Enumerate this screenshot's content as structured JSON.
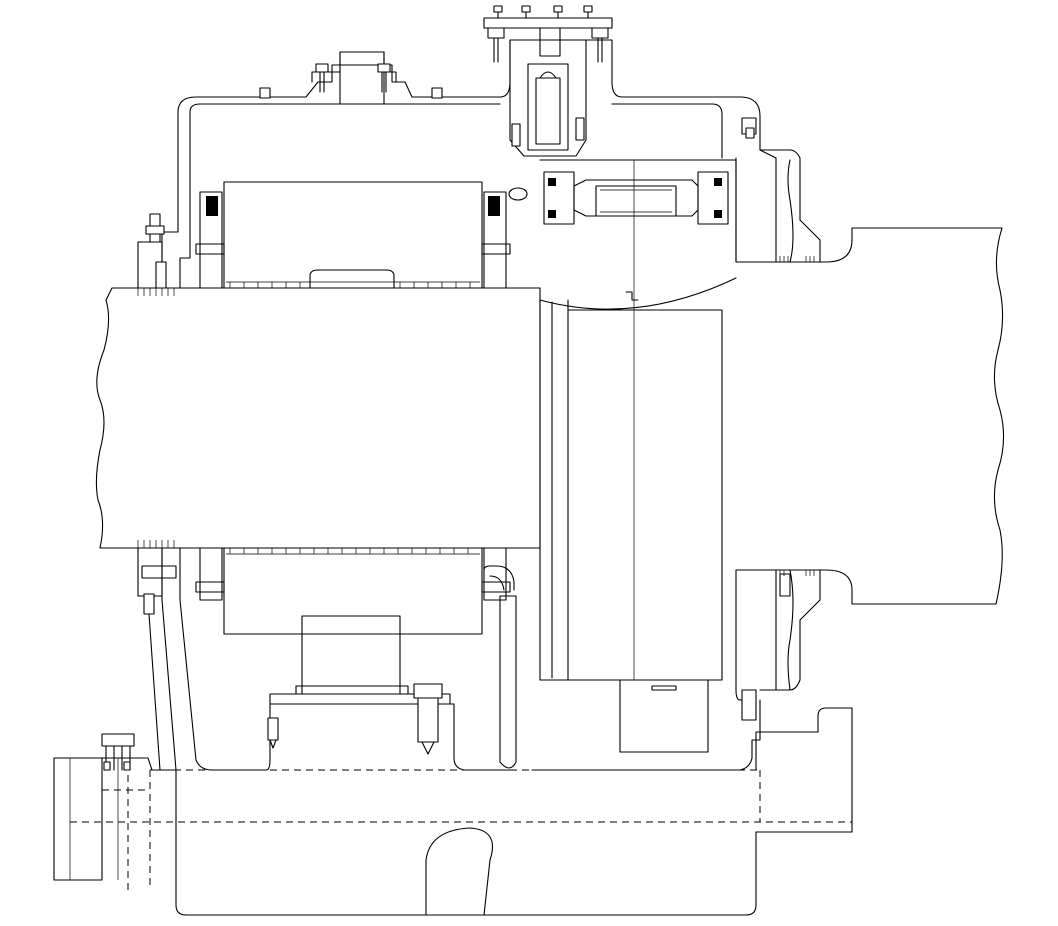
{
  "drawing": {
    "style": "technical line drawing, black on white",
    "colors": {
      "background": "#ffffff",
      "line": "#000000"
    },
    "components": {
      "housing": "gear-housing",
      "shaft_left": "input-shaft",
      "shaft_right": "output-hub",
      "gear_wheel": "gear-wheel",
      "gear_coupling": "gear-coupling",
      "bearing": "roller-bearing",
      "base": "base-frame",
      "cover_top": "inspection-cover",
      "breather": "breather-assembly",
      "oil_pipe": "oil-pipe",
      "drain_block": "drain-block"
    }
  }
}
